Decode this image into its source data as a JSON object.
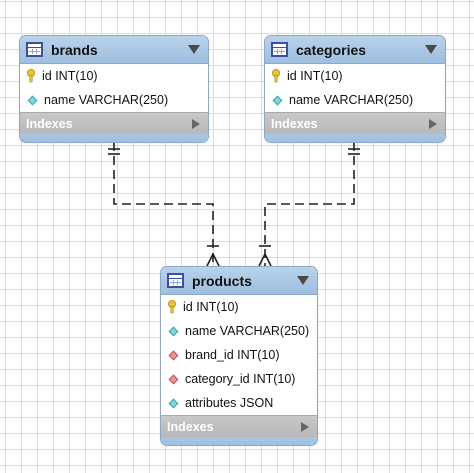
{
  "tables": [
    {
      "id": "brands",
      "title": "brands",
      "columns": [
        {
          "label": "id INT(10)",
          "kind": "primary-key"
        },
        {
          "label": "name VARCHAR(250)",
          "kind": "column"
        }
      ],
      "indexes_label": "Indexes"
    },
    {
      "id": "categories",
      "title": "categories",
      "columns": [
        {
          "label": "id INT(10)",
          "kind": "primary-key"
        },
        {
          "label": "name VARCHAR(250)",
          "kind": "column"
        }
      ],
      "indexes_label": "Indexes"
    },
    {
      "id": "products",
      "title": "products",
      "columns": [
        {
          "label": "id INT(10)",
          "kind": "primary-key"
        },
        {
          "label": "name VARCHAR(250)",
          "kind": "column"
        },
        {
          "label": "brand_id INT(10)",
          "kind": "foreign-key"
        },
        {
          "label": "category_id INT(10)",
          "kind": "foreign-key"
        },
        {
          "label": "attributes JSON",
          "kind": "column"
        }
      ],
      "indexes_label": "Indexes"
    }
  ],
  "relationships": [
    {
      "from": "brands",
      "to": "products",
      "from_cardinality": "one-and-only-one",
      "to_cardinality": "one-or-many",
      "style": "dashed"
    },
    {
      "from": "categories",
      "to": "products",
      "from_cardinality": "one-and-only-one",
      "to_cardinality": "one-or-many",
      "style": "dashed"
    }
  ],
  "colors": {
    "header": "#a8c6e4",
    "border": "#8fa9c4",
    "indexes_bar": "#bdbdbd",
    "primary_key_icon": "#e8c431",
    "column_diamond": "#7fd6dc",
    "foreign_key_diamond": "#e9958d",
    "connector": "#222222"
  }
}
